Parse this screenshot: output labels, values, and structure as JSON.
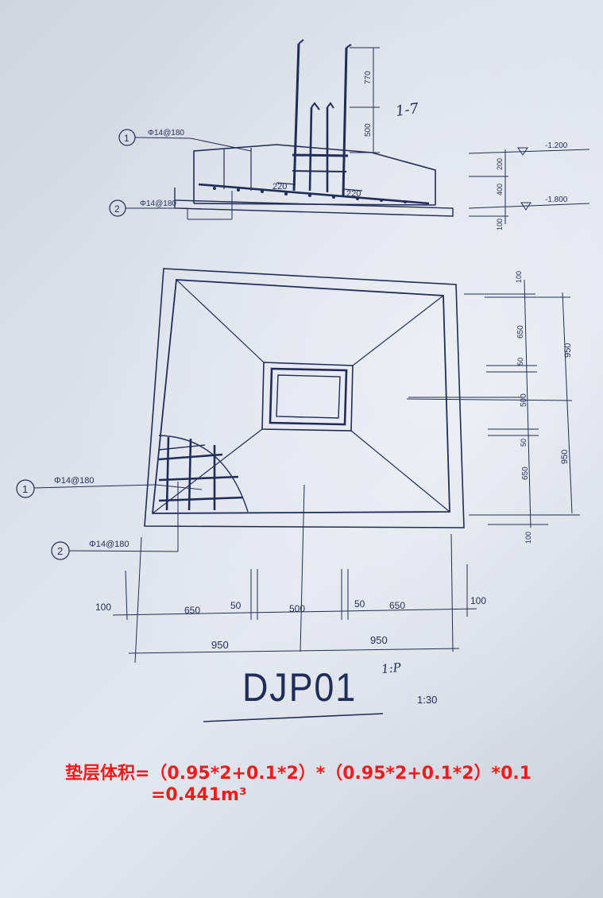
{
  "section": {
    "callout1_num": "1",
    "callout1_text": "Φ14@180",
    "callout2_num": "2",
    "callout2_text": "Φ14@180",
    "dim_220_left": "220",
    "dim_220_right": "220",
    "dim_770": "770",
    "dim_500": "500",
    "hand_note": "1-7"
  },
  "elevation_scale": {
    "level_top": "-1.200",
    "level_bottom": "-1.800",
    "dim_200": "200",
    "dim_400": "400",
    "dim_100": "100"
  },
  "plan": {
    "callout1_num": "1",
    "callout1_text": "Φ14@180",
    "callout2_num": "2",
    "callout2_text": "Φ14@180",
    "right_dims": [
      "100",
      "650",
      "50",
      "500",
      "50",
      "650",
      "100"
    ],
    "right_totals": [
      "950",
      "950"
    ],
    "bottom_dims": [
      "100",
      "650",
      "50",
      "500",
      "50",
      "650",
      "100"
    ],
    "bottom_totals": [
      "950",
      "950"
    ]
  },
  "title": {
    "name": "DJP01",
    "hand_note": "1:P",
    "scale": "1:30"
  },
  "formula": {
    "line1": "垫层体积=（0.95*2+0.1*2）*（0.95*2+0.1*2）*0.1",
    "line2": "=0.441m³"
  }
}
